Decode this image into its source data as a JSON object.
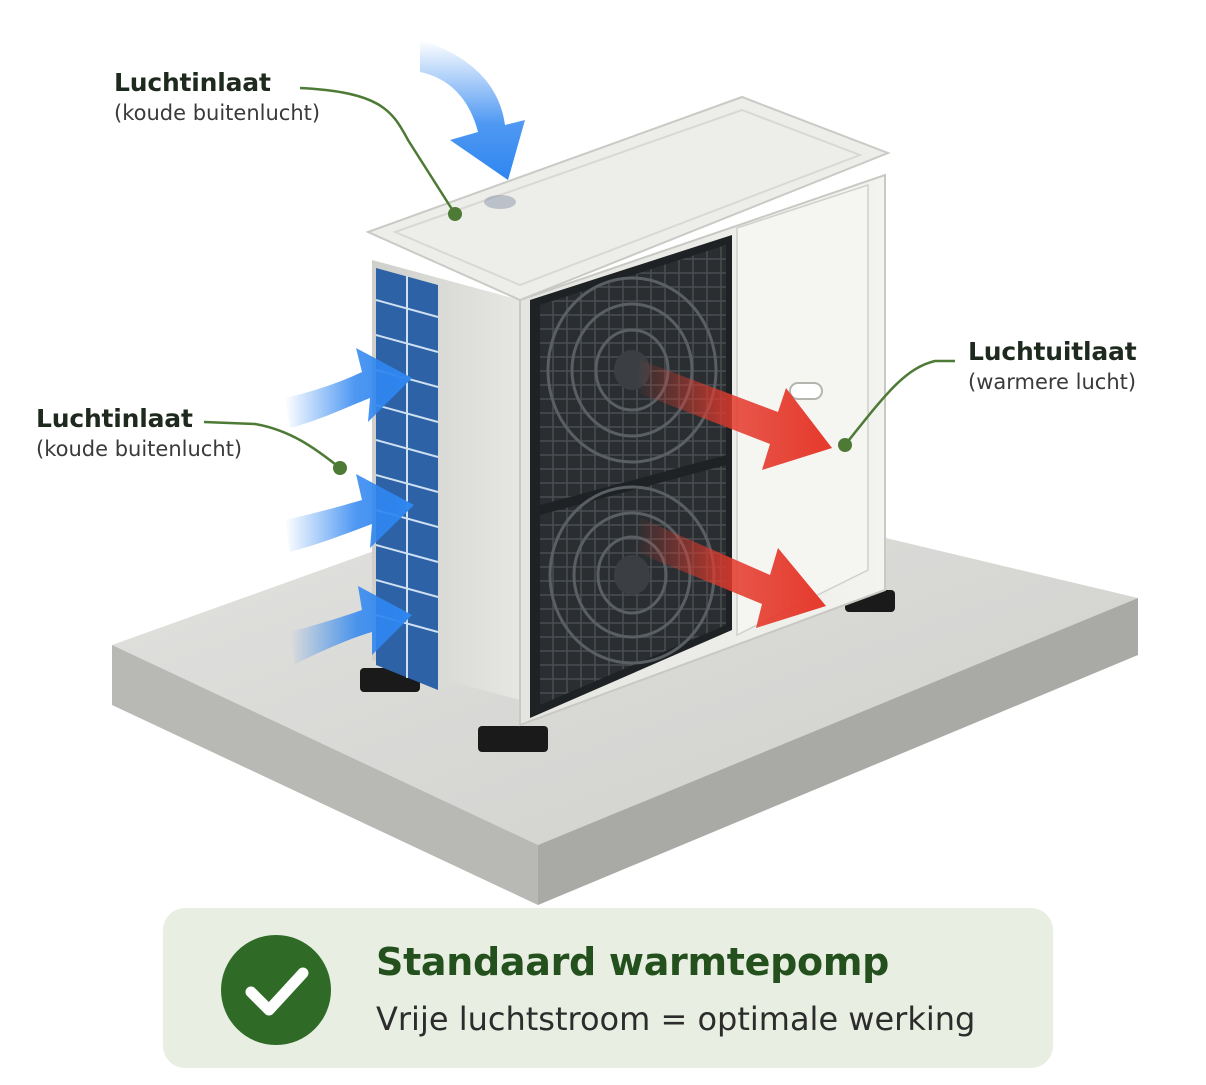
{
  "labels": {
    "inlet_top": {
      "title": "Luchtinlaat",
      "subtitle": "(koude buitenlucht)"
    },
    "inlet_left": {
      "title": "Luchtinlaat",
      "subtitle": "(koude buitenlucht)"
    },
    "outlet": {
      "title": "Luchtuitlaat",
      "subtitle": "(warmere lucht)"
    }
  },
  "status": {
    "title": "Standaard warmtepomp",
    "subtitle": "Vrije luchtstroom = optimale werking"
  },
  "colors": {
    "cold_air": "#2f86f0",
    "warm_air": "#e53a2c",
    "accent_green": "#2f6b26",
    "leader_line": "#4d7a35",
    "card_bg": "#e8efe2"
  },
  "icons": [
    "check-icon"
  ]
}
